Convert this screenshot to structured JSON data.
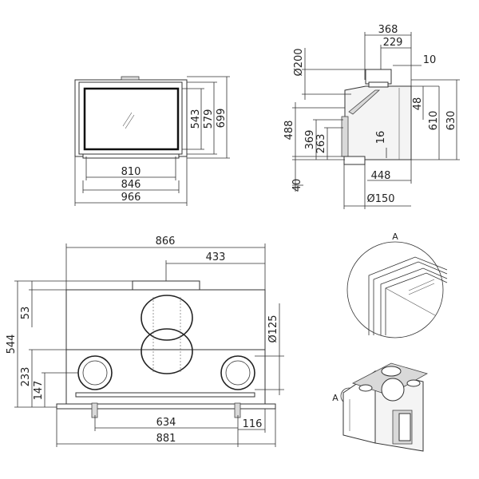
{
  "front_view": {
    "dims": {
      "glass_width": "810",
      "door_width": "846",
      "overall_width": "966",
      "glass_height": "543",
      "door_height": "579",
      "overall_height": "699"
    }
  },
  "side_view": {
    "dims": {
      "top_depth": "368",
      "flue_offset": "229",
      "step": "10",
      "flue_diameter": "Ø200",
      "top_height": "48",
      "inner_height": "610",
      "overall_height": "630",
      "duct_height": "488",
      "opening_height": "369",
      "opening_lower": "263",
      "base_gap": "16",
      "base_depth": "448",
      "base_height": "40",
      "inlet_diameter": "Ø150"
    }
  },
  "top_view": {
    "dims": {
      "width": "866",
      "half_width": "433",
      "depth": "544",
      "front_offset": "53",
      "duct_offset": "233",
      "duct_center": "147",
      "flue_diameter": "Ø125",
      "duct_spacing": "634",
      "side_offset": "116",
      "overall_width": "881"
    }
  },
  "detail_view": {
    "label": "A"
  },
  "iso_view": {
    "label": "A"
  }
}
